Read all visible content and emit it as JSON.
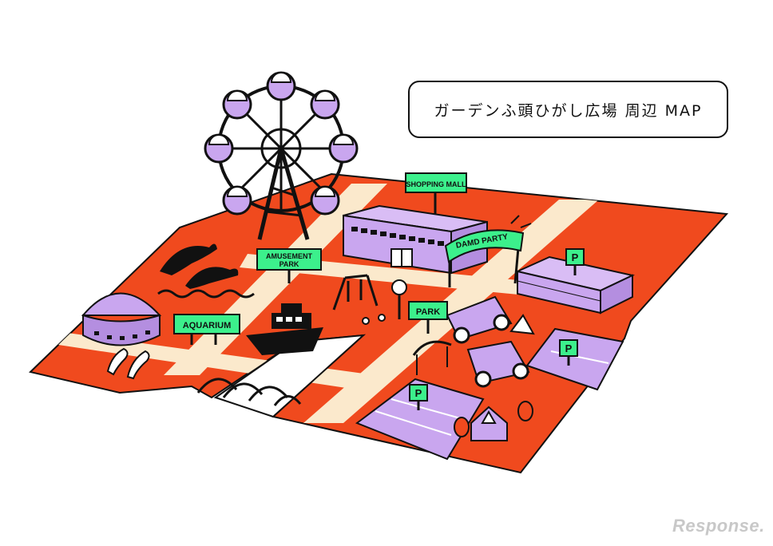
{
  "title": "ガーデンふ頭ひがし広場 周辺 MAP",
  "labels": {
    "shopping_mall": "SHOPPING MALL",
    "amusement_line1": "AMUSEMENT",
    "amusement_line2": "PARK",
    "aquarium": "AQUARIUM",
    "park": "PARK",
    "banner": "DAMD PARTY",
    "parking": "P"
  },
  "watermark": "Response.",
  "colors": {
    "ground": "#f04a1e",
    "road": "#fbe9cc",
    "building": "#c9a6ef",
    "sign": "#3cf08c",
    "outline": "#111111"
  }
}
